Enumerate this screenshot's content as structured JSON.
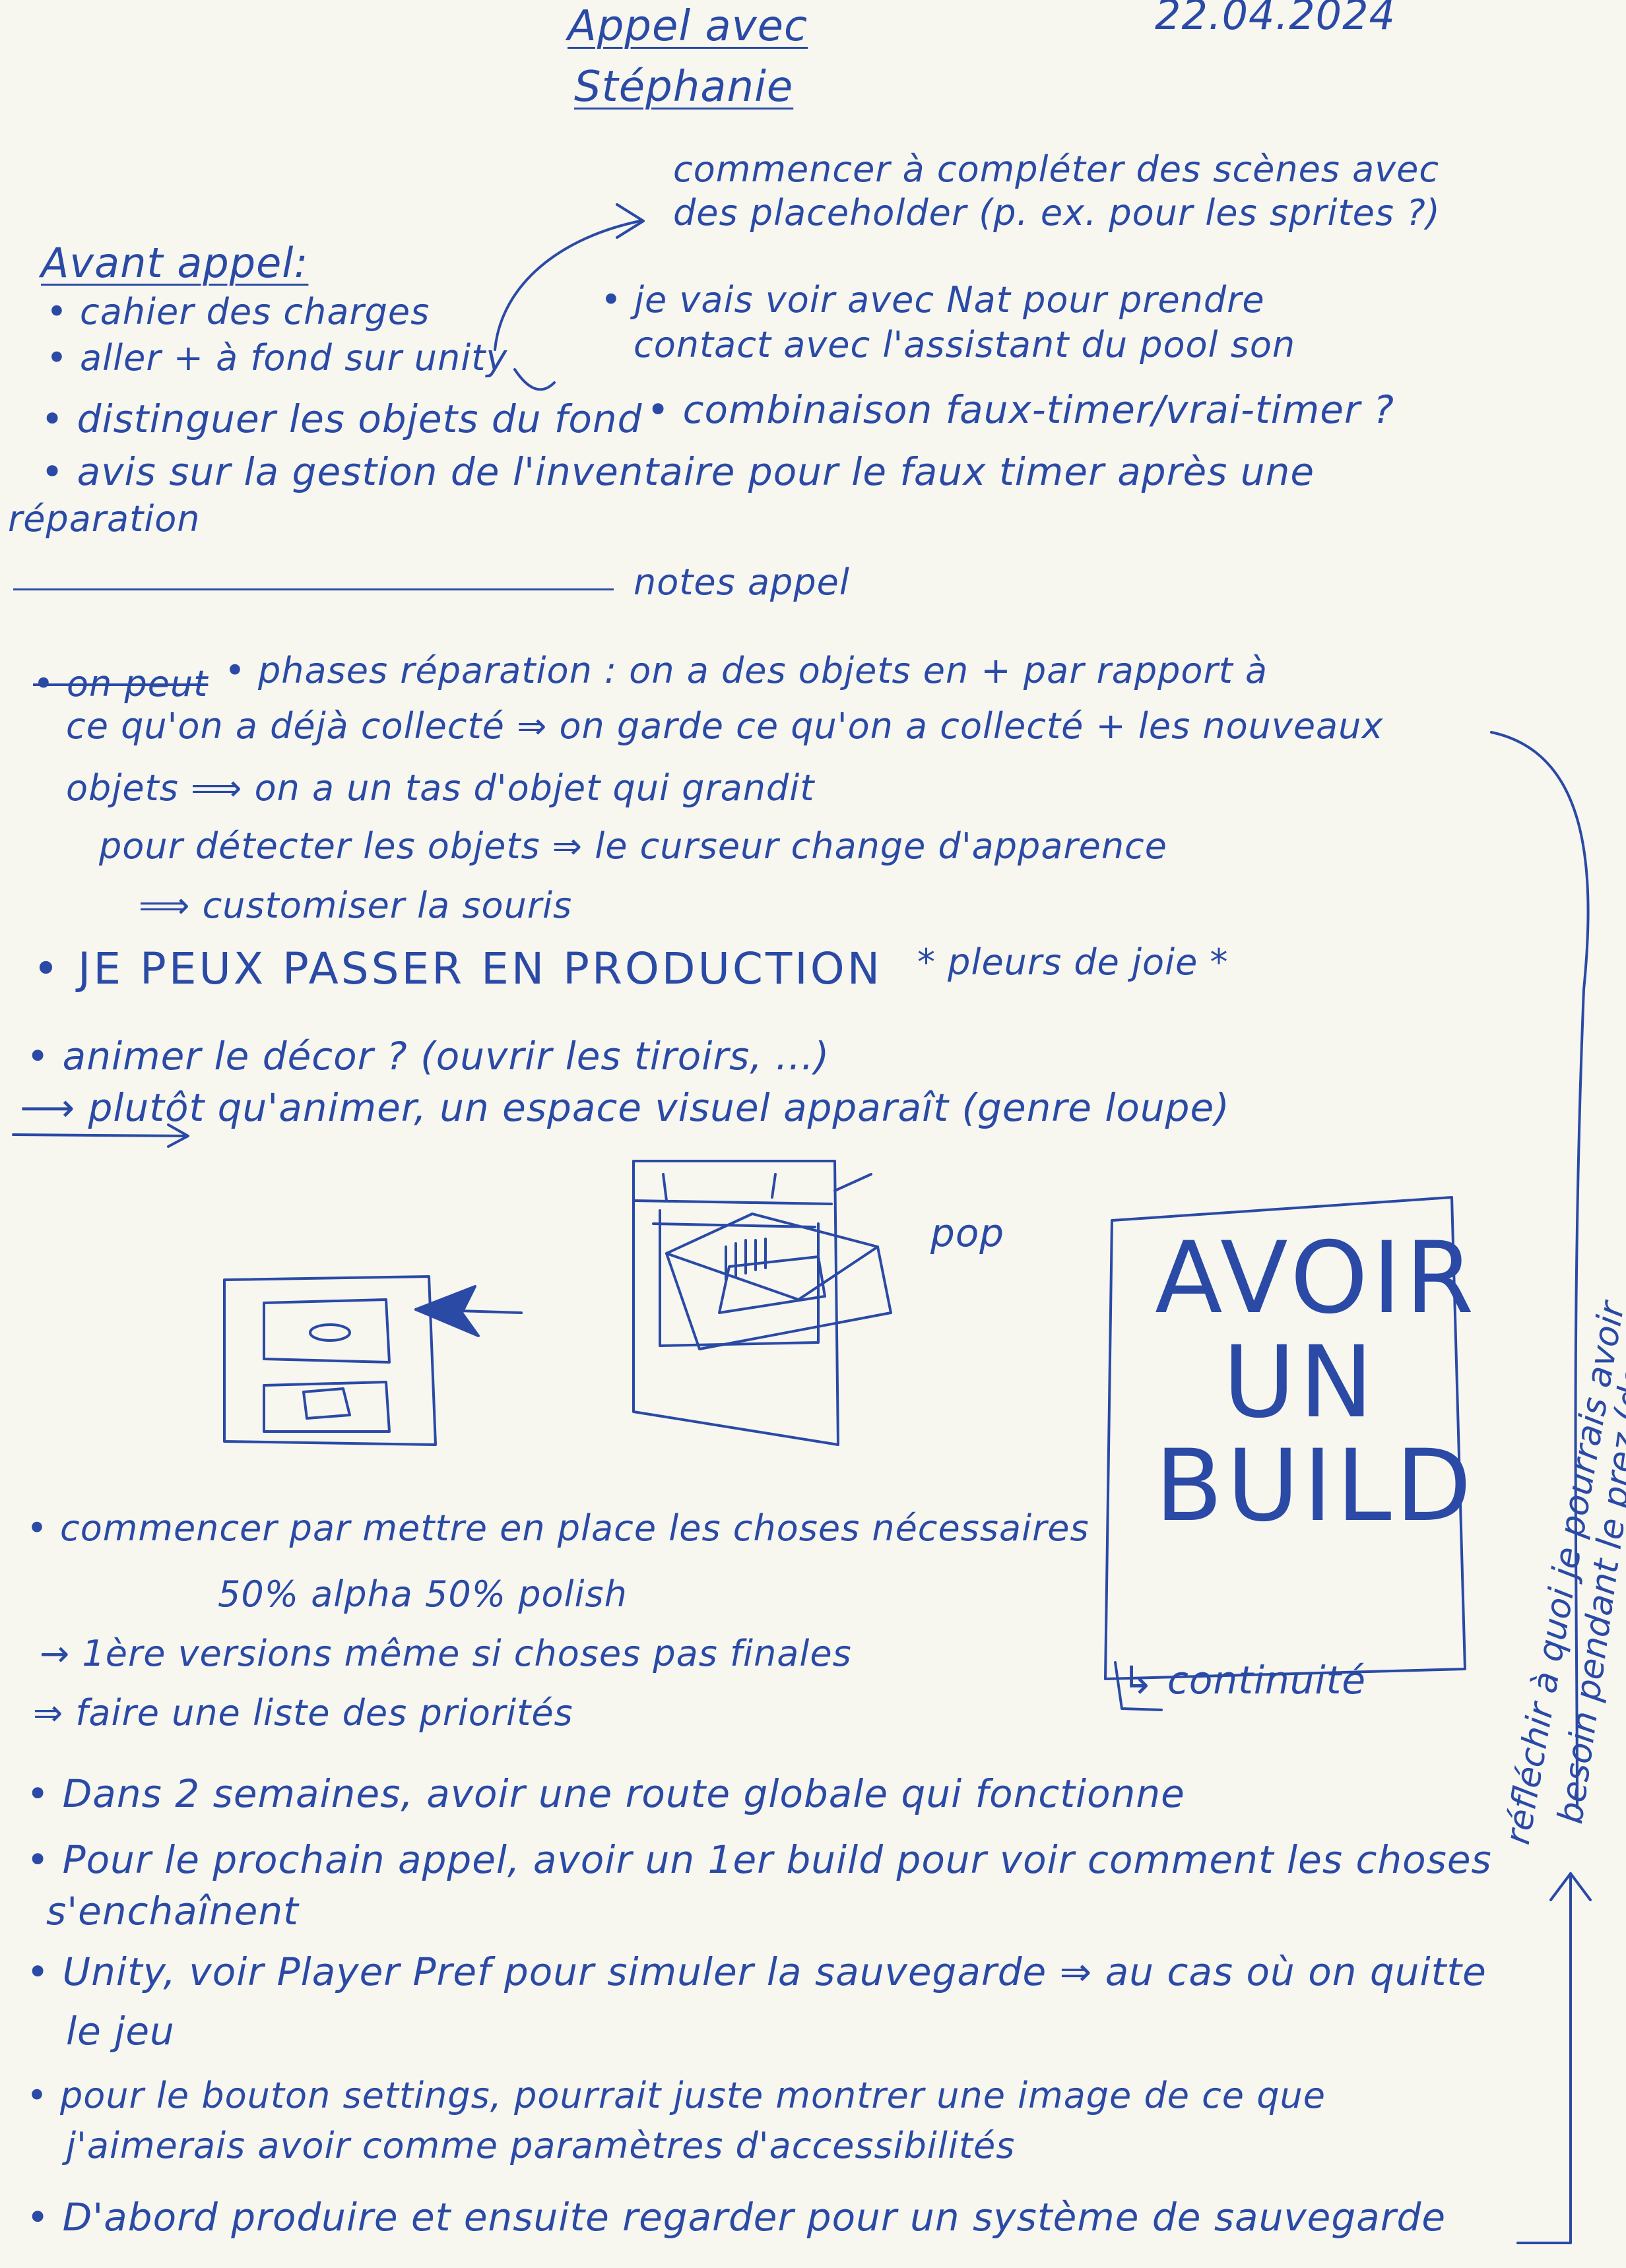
{
  "header": {
    "title_line1": "Appel avec",
    "title_line2": "Stéphanie",
    "date": "22.04.2024"
  },
  "before_call": {
    "heading": "Avant appel:",
    "arrow_note_line1": "commencer à compléter des scènes avec",
    "arrow_note_line2": "des placeholder (p. ex. pour les sprites ?)",
    "items": [
      "• cahier des charges",
      "• aller + à fond sur unity",
      "• distinguer les objets du fond",
      "• avis sur la gestion de l'inventaire pour le faux timer après une",
      "réparation"
    ],
    "right_items": [
      "• je vais voir avec Nat pour prendre",
      "contact avec l'assistant du pool son",
      "• combinaison faux-timer/vrai-timer ?"
    ]
  },
  "notes": {
    "divider_label": "notes appel",
    "lines": [
      "• on peut",
      "• phases réparation : on a des objets en + par rapport à",
      "ce qu'on a déjà collecté ⇒ on garde ce qu'on a collecté + les nouveaux",
      "objets ⟹ on a un tas d'objet qui grandit",
      "pour détecter les objets ⇒ le curseur change d'apparence",
      "⟹ customiser la souris",
      "• JE PEUX PASSER EN PRODUCTION",
      "* pleurs de joie *",
      "• animer le décor ? (ouvrir les tiroirs, ...)",
      "⟶ plutôt qu'animer, un espace visuel apparaît (genre loupe)",
      "pop"
    ],
    "build_box": [
      "AVOIR",
      "UN",
      "BUILD"
    ],
    "continuity": "↳ continuité",
    "side_note_line1": "réfléchir à quoi je pourrais avoir",
    "side_note_line2": "besoin pendant le prez (des cas de figures spécifiques ...)",
    "bottom": [
      "• commencer par mettre en place les choses nécessaires",
      "50% alpha   50% polish",
      "→ 1ère versions même si choses pas finales",
      "⇒ faire une liste des priorités",
      "• Dans 2 semaines, avoir une route globale qui fonctionne",
      "• Pour le prochain appel, avoir un 1er build pour voir comment les choses",
      "s'enchaînent",
      "• Unity, voir Player Pref pour simuler la sauvegarde ⇒ au cas où on quitte",
      "le jeu",
      "• pour le bouton settings, pourrait juste montrer une image de ce que",
      "j'aimerais avoir comme paramètres d'accessibilités",
      "• D'abord produire et ensuite regarder pour un système de sauvegarde"
    ]
  }
}
